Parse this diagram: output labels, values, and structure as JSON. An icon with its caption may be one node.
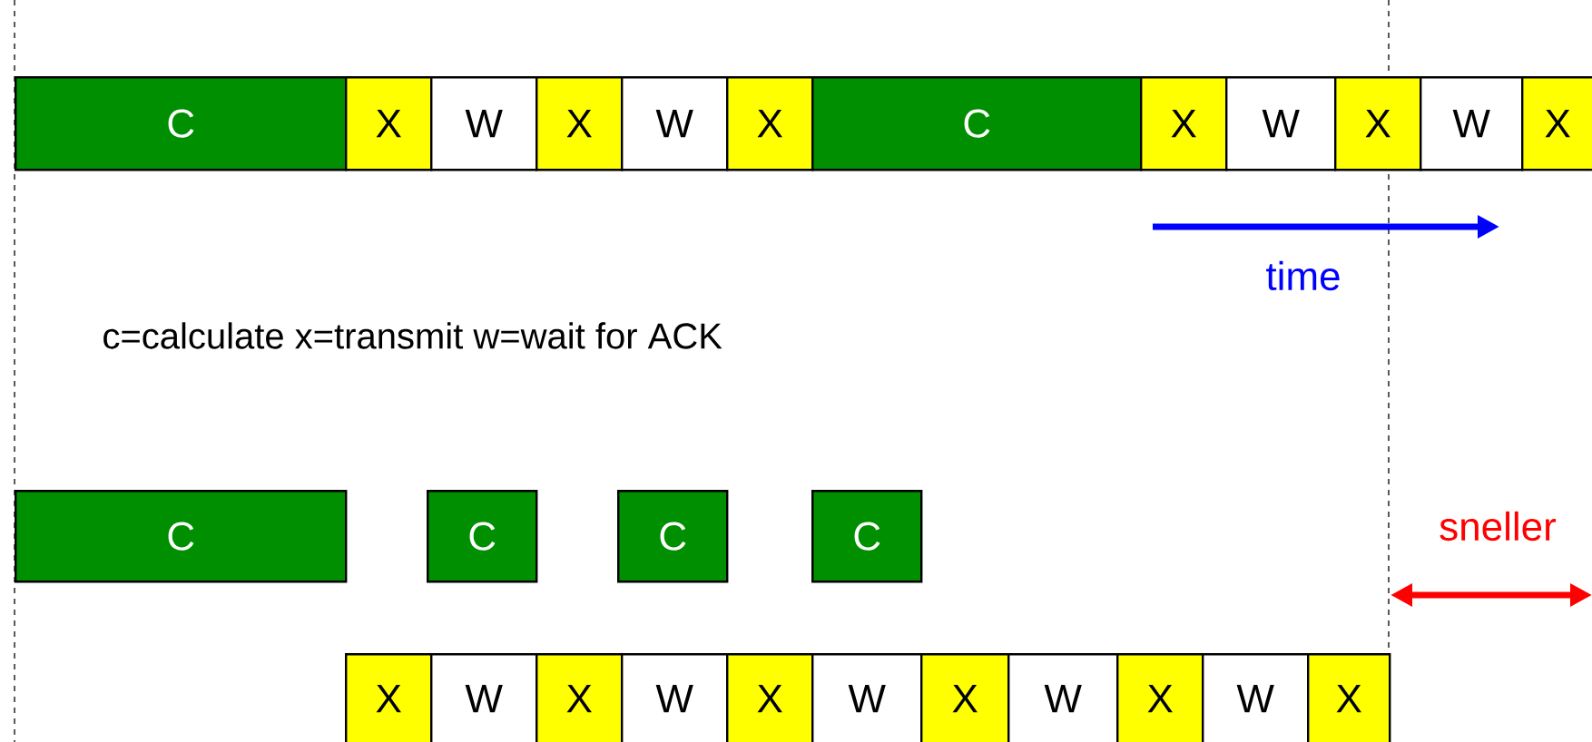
{
  "diagram": {
    "nodes": [
      {
        "text": [
          "C"
        ]
      },
      {
        "text": [
          "X"
        ]
      },
      {
        "text": [
          "W"
        ]
      },
      {
        "text": [
          "X"
        ]
      },
      {
        "text": [
          "W"
        ]
      },
      {
        "text": [
          "X"
        ]
      },
      {
        "text": [
          "C"
        ]
      },
      {
        "text": [
          "X"
        ]
      },
      {
        "text": [
          "W"
        ]
      },
      {
        "text": [
          "X"
        ]
      },
      {
        "text": [
          "W"
        ]
      },
      {
        "text": [
          "X"
        ]
      },
      {
        "text": [
          "C"
        ]
      },
      {
        "text": [
          "C"
        ]
      },
      {
        "text": [
          "C"
        ]
      },
      {
        "text": [
          "C"
        ]
      },
      {
        "text": [
          "X"
        ]
      },
      {
        "text": [
          "W"
        ]
      },
      {
        "text": [
          "X"
        ]
      },
      {
        "text": [
          "W"
        ]
      },
      {
        "text": [
          "X"
        ]
      },
      {
        "text": [
          "W"
        ]
      },
      {
        "text": [
          "X"
        ]
      },
      {
        "text": [
          "W"
        ]
      },
      {
        "text": [
          "X"
        ]
      },
      {
        "text": [
          "W"
        ]
      },
      {
        "text": [
          "X"
        ]
      }
    ],
    "labels": [
      "time",
      "c=calculate x=transmit w=wait for ACK",
      "sneller"
    ]
  }
}
